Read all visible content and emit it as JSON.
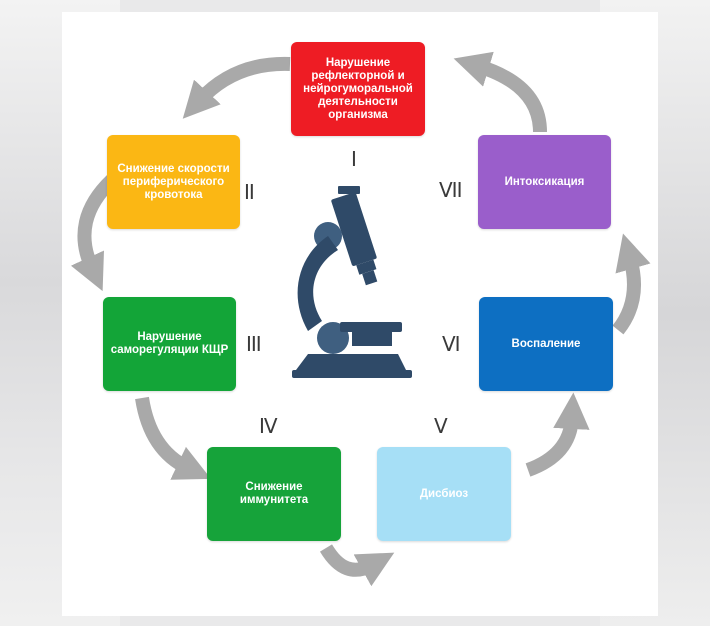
{
  "stages": [
    {
      "id": "I",
      "numeral": "I",
      "label": "Нарушение рефлекторной и нейрогуморальной деятельности организма",
      "color": "#ee1c24"
    },
    {
      "id": "II",
      "numeral": "II",
      "label": "Снижение скорости периферического кровотока",
      "color": "#fbb714"
    },
    {
      "id": "III",
      "numeral": "III",
      "label": "Нарушение саморегуляции КЩР",
      "color": "#13a538"
    },
    {
      "id": "IV",
      "numeral": "IV",
      "label": "Снижение иммунитета",
      "color": "#16a33a"
    },
    {
      "id": "V",
      "numeral": "V",
      "label": "Дисбиоз",
      "color": "#a6dff6"
    },
    {
      "id": "VI",
      "numeral": "VI",
      "label": "Воспаление",
      "color": "#0d6fc2"
    },
    {
      "id": "VII",
      "numeral": "VII",
      "label": "Интоксикация",
      "color": "#9a5ecb"
    }
  ],
  "colors": {
    "arrow": "#a9a9a9",
    "microscope": "#2f4a68",
    "microscope_light": "#3f5f80"
  }
}
